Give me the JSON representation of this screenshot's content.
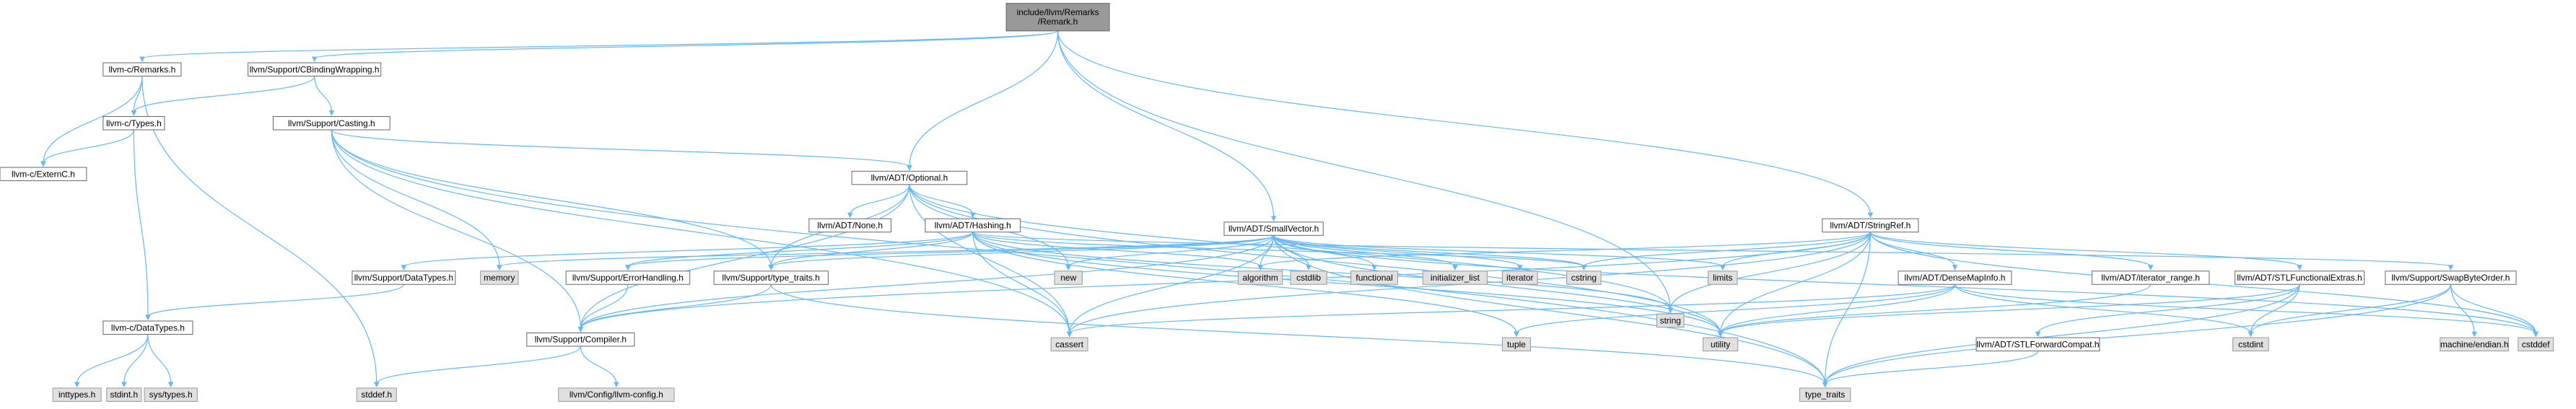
{
  "colors": {
    "root_fill": "#999999",
    "header_fill": "#ffffff",
    "system_fill": "#e0e0e0",
    "node_stroke": "#666666",
    "system_stroke": "#999999",
    "edge": "#63b8ff"
  },
  "nodes": [
    {
      "id": "root",
      "kind": "root",
      "lines": [
        "include/llvm/Remarks",
        "/Remark.h"
      ]
    },
    {
      "id": "llvmc_remarks",
      "kind": "header",
      "lines": [
        "llvm-c/Remarks.h"
      ]
    },
    {
      "id": "cbinding",
      "kind": "header",
      "lines": [
        "llvm/Support/CBindingWrapping.h"
      ]
    },
    {
      "id": "optional",
      "kind": "header",
      "lines": [
        "llvm/ADT/Optional.h"
      ]
    },
    {
      "id": "smallvector",
      "kind": "header",
      "lines": [
        "llvm/ADT/SmallVector.h"
      ]
    },
    {
      "id": "string",
      "kind": "system",
      "lines": [
        "string"
      ]
    },
    {
      "id": "stringref",
      "kind": "header",
      "lines": [
        "llvm/ADT/StringRef.h"
      ]
    },
    {
      "id": "types",
      "kind": "header",
      "lines": [
        "llvm-c/Types.h"
      ]
    },
    {
      "id": "externc",
      "kind": "header",
      "lines": [
        "llvm-c/ExternC.h"
      ]
    },
    {
      "id": "casting",
      "kind": "header",
      "lines": [
        "llvm/Support/Casting.h"
      ]
    },
    {
      "id": "none",
      "kind": "header",
      "lines": [
        "llvm/ADT/None.h"
      ]
    },
    {
      "id": "hashing",
      "kind": "header",
      "lines": [
        "llvm/ADT/Hashing.h"
      ]
    },
    {
      "id": "datatypes",
      "kind": "header",
      "lines": [
        "llvm/Support/DataTypes.h"
      ]
    },
    {
      "id": "memory",
      "kind": "system",
      "lines": [
        "memory"
      ]
    },
    {
      "id": "errorhandling",
      "kind": "header",
      "lines": [
        "llvm/Support/ErrorHandling.h"
      ]
    },
    {
      "id": "typetraits_h",
      "kind": "header",
      "lines": [
        "llvm/Support/type_traits.h"
      ]
    },
    {
      "id": "new",
      "kind": "system",
      "lines": [
        "new"
      ]
    },
    {
      "id": "algorithm",
      "kind": "system",
      "lines": [
        "algorithm"
      ]
    },
    {
      "id": "cstdlib",
      "kind": "system",
      "lines": [
        "cstdlib"
      ]
    },
    {
      "id": "functional",
      "kind": "system",
      "lines": [
        "functional"
      ]
    },
    {
      "id": "initializer_list",
      "kind": "system",
      "lines": [
        "initializer_list"
      ]
    },
    {
      "id": "iterator",
      "kind": "system",
      "lines": [
        "iterator"
      ]
    },
    {
      "id": "cstring",
      "kind": "system",
      "lines": [
        "cstring"
      ]
    },
    {
      "id": "limits",
      "kind": "system",
      "lines": [
        "limits"
      ]
    },
    {
      "id": "densemapinfo",
      "kind": "header",
      "lines": [
        "llvm/ADT/DenseMapInfo.h"
      ]
    },
    {
      "id": "iterator_range",
      "kind": "header",
      "lines": [
        "llvm/ADT/iterator_range.h"
      ]
    },
    {
      "id": "stlfunctional",
      "kind": "header",
      "lines": [
        "llvm/ADT/STLFunctionalExtras.h"
      ]
    },
    {
      "id": "swapbyteorder",
      "kind": "header",
      "lines": [
        "llvm/Support/SwapByteOrder.h"
      ]
    },
    {
      "id": "llvmc_datatypes",
      "kind": "header",
      "lines": [
        "llvm-c/DataTypes.h"
      ]
    },
    {
      "id": "compiler",
      "kind": "header",
      "lines": [
        "llvm/Support/Compiler.h"
      ]
    },
    {
      "id": "cassert",
      "kind": "system",
      "lines": [
        "cassert"
      ]
    },
    {
      "id": "tuple",
      "kind": "system",
      "lines": [
        "tuple"
      ]
    },
    {
      "id": "utility",
      "kind": "system",
      "lines": [
        "utility"
      ]
    },
    {
      "id": "stlforward",
      "kind": "header",
      "lines": [
        "llvm/ADT/STLForwardCompat.h"
      ]
    },
    {
      "id": "cstdint",
      "kind": "system",
      "lines": [
        "cstdint"
      ]
    },
    {
      "id": "machine_endian",
      "kind": "system",
      "lines": [
        "machine/endian.h"
      ]
    },
    {
      "id": "cstddef",
      "kind": "system",
      "lines": [
        "cstddef"
      ]
    },
    {
      "id": "inttypes",
      "kind": "system",
      "lines": [
        "inttypes.h"
      ]
    },
    {
      "id": "stdint",
      "kind": "system",
      "lines": [
        "stdint.h"
      ]
    },
    {
      "id": "systypes",
      "kind": "system",
      "lines": [
        "sys/types.h"
      ]
    },
    {
      "id": "stddef",
      "kind": "system",
      "lines": [
        "stddef.h"
      ]
    },
    {
      "id": "llvmconfig",
      "kind": "system",
      "lines": [
        "llvm/Config/llvm-config.h"
      ]
    },
    {
      "id": "type_traits",
      "kind": "system",
      "lines": [
        "type_traits"
      ]
    }
  ],
  "edges": [
    [
      "root",
      "llvmc_remarks"
    ],
    [
      "root",
      "cbinding"
    ],
    [
      "root",
      "optional"
    ],
    [
      "root",
      "smallvector"
    ],
    [
      "root",
      "string"
    ],
    [
      "root",
      "stringref"
    ],
    [
      "llvmc_remarks",
      "types"
    ],
    [
      "llvmc_remarks",
      "externc"
    ],
    [
      "llvmc_remarks",
      "stddef"
    ],
    [
      "types",
      "externc"
    ],
    [
      "types",
      "llvmc_datatypes"
    ],
    [
      "cbinding",
      "types"
    ],
    [
      "cbinding",
      "casting"
    ],
    [
      "casting",
      "optional"
    ],
    [
      "casting",
      "typetraits_h"
    ],
    [
      "casting",
      "compiler"
    ],
    [
      "casting",
      "memory"
    ],
    [
      "casting",
      "cassert"
    ],
    [
      "casting",
      "type_traits"
    ],
    [
      "optional",
      "none"
    ],
    [
      "optional",
      "hashing"
    ],
    [
      "optional",
      "typetraits_h"
    ],
    [
      "optional",
      "compiler"
    ],
    [
      "optional",
      "new"
    ],
    [
      "optional",
      "cassert"
    ],
    [
      "optional",
      "utility"
    ],
    [
      "optional",
      "string"
    ],
    [
      "hashing",
      "datatypes"
    ],
    [
      "hashing",
      "errorhandling"
    ],
    [
      "hashing",
      "typetraits_h"
    ],
    [
      "hashing",
      "algorithm"
    ],
    [
      "hashing",
      "cassert"
    ],
    [
      "hashing",
      "cstring"
    ],
    [
      "hashing",
      "string"
    ],
    [
      "hashing",
      "tuple"
    ],
    [
      "hashing",
      "utility"
    ],
    [
      "hashing",
      "swapbyteorder"
    ],
    [
      "datatypes",
      "llvmc_datatypes"
    ],
    [
      "errorhandling",
      "compiler"
    ],
    [
      "typetraits_h",
      "compiler"
    ],
    [
      "typetraits_h",
      "type_traits"
    ],
    [
      "smallvector",
      "compiler"
    ],
    [
      "smallvector",
      "typetraits_h"
    ],
    [
      "smallvector",
      "errorhandling"
    ],
    [
      "smallvector",
      "memory"
    ],
    [
      "smallvector",
      "new"
    ],
    [
      "smallvector",
      "algorithm"
    ],
    [
      "smallvector",
      "cstdlib"
    ],
    [
      "smallvector",
      "functional"
    ],
    [
      "smallvector",
      "initializer_list"
    ],
    [
      "smallvector",
      "iterator"
    ],
    [
      "smallvector",
      "cstring"
    ],
    [
      "smallvector",
      "limits"
    ],
    [
      "smallvector",
      "utility"
    ],
    [
      "smallvector",
      "cassert"
    ],
    [
      "smallvector",
      "cstddef"
    ],
    [
      "smallvector",
      "type_traits"
    ],
    [
      "stringref",
      "densemapinfo"
    ],
    [
      "stringref",
      "iterator_range"
    ],
    [
      "stringref",
      "stlfunctional"
    ],
    [
      "stringref",
      "compiler"
    ],
    [
      "stringref",
      "algorithm"
    ],
    [
      "stringref",
      "cassert"
    ],
    [
      "stringref",
      "cstddef"
    ],
    [
      "stringref",
      "cstring"
    ],
    [
      "stringref",
      "limits"
    ],
    [
      "stringref",
      "string"
    ],
    [
      "stringref",
      "type_traits"
    ],
    [
      "stringref",
      "utility"
    ],
    [
      "densemapinfo",
      "cassert"
    ],
    [
      "densemapinfo",
      "cstddef"
    ],
    [
      "densemapinfo",
      "cstdint"
    ],
    [
      "densemapinfo",
      "tuple"
    ],
    [
      "densemapinfo",
      "utility"
    ],
    [
      "iterator_range",
      "utility"
    ],
    [
      "stlfunctional",
      "stlforward"
    ],
    [
      "stlfunctional",
      "cstdint"
    ],
    [
      "stlfunctional",
      "type_traits"
    ],
    [
      "stlfunctional",
      "utility"
    ],
    [
      "stlforward",
      "type_traits"
    ],
    [
      "swapbyteorder",
      "machine_endian"
    ],
    [
      "swapbyteorder",
      "cstddef"
    ],
    [
      "swapbyteorder",
      "cstdint"
    ],
    [
      "swapbyteorder",
      "type_traits"
    ],
    [
      "llvmc_datatypes",
      "inttypes"
    ],
    [
      "llvmc_datatypes",
      "stdint"
    ],
    [
      "llvmc_datatypes",
      "systypes"
    ],
    [
      "compiler",
      "llvmconfig"
    ],
    [
      "compiler",
      "stddef"
    ]
  ]
}
